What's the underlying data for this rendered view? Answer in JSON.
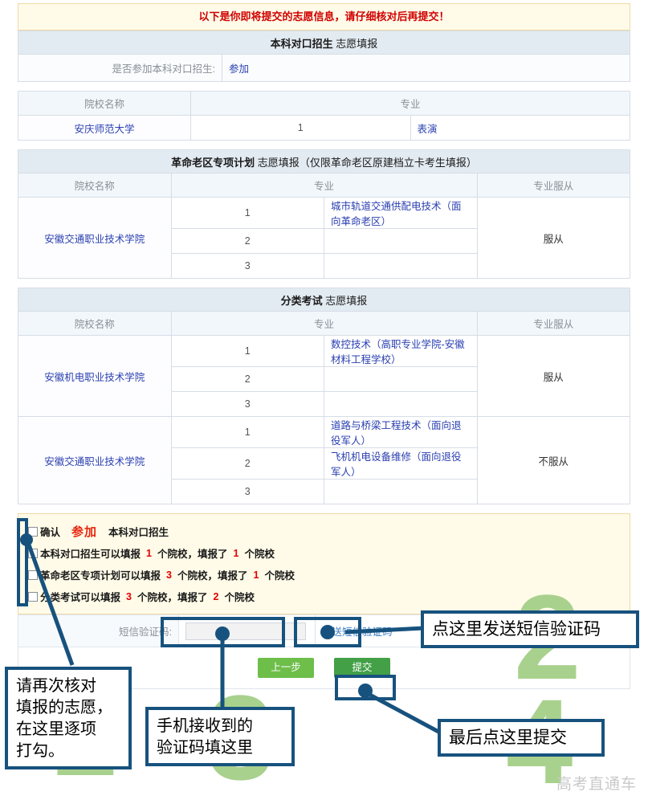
{
  "alert": {
    "text": "以下是你即将提交的志愿信息，请仔细核对后再提交！"
  },
  "sections": {
    "benke": {
      "title_bold": "本科对口招生",
      "title_rest": " 志愿填报",
      "question_label": "是否参加本科对口招生:",
      "question_value": "参加",
      "headers": {
        "school": "院校名称",
        "major": "专业"
      },
      "rows": [
        {
          "school": "安庆师范大学",
          "majors": [
            {
              "idx": "1",
              "name": "表演"
            }
          ]
        }
      ]
    },
    "laoqu": {
      "title_bold": "革命老区专项计划",
      "title_rest": " 志愿填报",
      "title_note": "（仅限革命老区原建档立卡考生填报）",
      "headers": {
        "school": "院校名称",
        "major": "专业",
        "obey": "专业服从"
      },
      "rows": [
        {
          "school": "安徽交通职业技术学院",
          "obey": "服从",
          "majors": [
            {
              "idx": "1",
              "name": "城市轨道交通供配电技术（面向革命老区）"
            },
            {
              "idx": "2",
              "name": ""
            },
            {
              "idx": "3",
              "name": ""
            }
          ]
        }
      ]
    },
    "fenlei": {
      "title_bold": "分类考试",
      "title_rest": " 志愿填报",
      "headers": {
        "school": "院校名称",
        "major": "专业",
        "obey": "专业服从"
      },
      "rows": [
        {
          "school": "安徽机电职业技术学院",
          "obey": "服从",
          "majors": [
            {
              "idx": "1",
              "name": "数控技术（高职专业学院-安徽材料工程学校）"
            },
            {
              "idx": "2",
              "name": ""
            },
            {
              "idx": "3",
              "name": ""
            }
          ]
        },
        {
          "school": "安徽交通职业技术学院",
          "obey": "不服从",
          "majors": [
            {
              "idx": "1",
              "name": "道路与桥梁工程技术（面向退役军人）"
            },
            {
              "idx": "2",
              "name": "飞机机电设备维修（面向退役军人）"
            },
            {
              "idx": "3",
              "name": ""
            }
          ]
        }
      ]
    }
  },
  "confirm": {
    "line1": {
      "pre": "确认",
      "emph": "参加",
      "post": "本科对口招生"
    },
    "line2": {
      "p1": "本科对口招生可以填报",
      "n1": "1",
      "p2": "个院校，填报了",
      "n2": "1",
      "p3": "个院校"
    },
    "line3": {
      "p1": "革命老区专项计划可以填报",
      "n1": "3",
      "p2": "个院校，填报了",
      "n2": "1",
      "p3": "个院校"
    },
    "line4": {
      "p1": "分类考试可以填报",
      "n1": "3",
      "p2": "个院校，填报了",
      "n2": "2",
      "p3": "个院校"
    }
  },
  "sms": {
    "label": "短信验证码:",
    "input_value": "",
    "input_placeholder": "",
    "send_link": "发送短信验证码"
  },
  "buttons": {
    "prev": "上一步",
    "submit": "提交"
  },
  "annotations": {
    "n1": "1",
    "n2": "2",
    "n3": "3",
    "n4": "4",
    "callout1": "请再次核对\n填报的志愿，\n在这里逐项\n打勾。",
    "callout1_l1": "请再次核对",
    "callout1_l2": "填报的志愿，",
    "callout1_l3": "在这里逐项",
    "callout1_l4": "打勾。",
    "callout2": "点这里发送短信验证码",
    "callout3_l1": "手机接收到的",
    "callout3_l2": "验证码填这里",
    "callout4": "最后点这里提交"
  },
  "watermark": "高考直通车",
  "colors": {
    "alert_text": "#d00000",
    "link_blue": "#2a3fb0",
    "annotation_border": "#17527e",
    "annotation_number": "#a9d18e",
    "btn_prev": "#6ebe4a",
    "btn_submit": "#43a047"
  }
}
